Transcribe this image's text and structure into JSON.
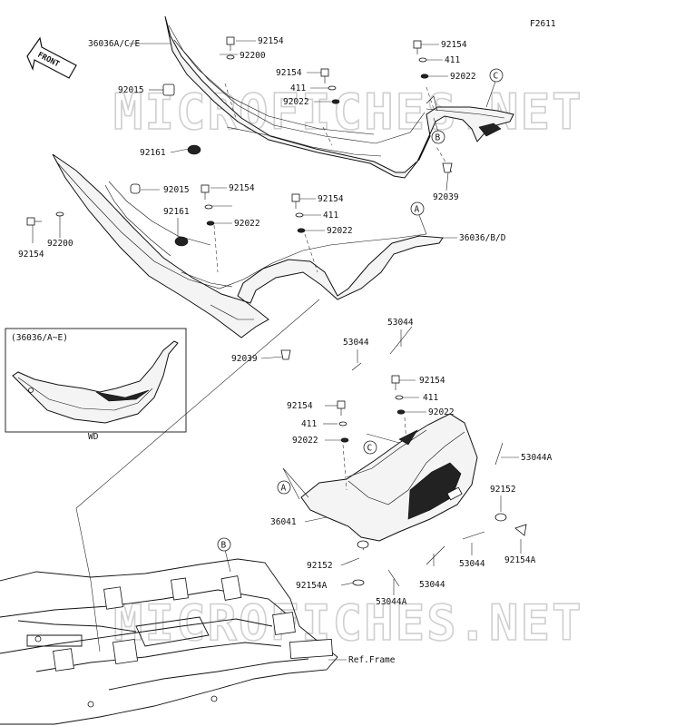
{
  "diagram": {
    "figure_code": "F2611",
    "watermark": "MICROFICHES.NET",
    "front_arrow_label": "FRONT",
    "inset_title": "(36036/A~E)",
    "inset_caption": "WD",
    "ref_label": "Ref.Frame",
    "callouts": [
      "A",
      "B",
      "C"
    ],
    "labels": [
      "36036A/C/E",
      "92154",
      "92200",
      "92015",
      "92161",
      "92154",
      "411",
      "92022",
      "92154",
      "411",
      "92022",
      "92039",
      "92015",
      "92154",
      "92200",
      "92154",
      "92161",
      "92022",
      "92154",
      "411",
      "92022",
      "36036/B/D",
      "92039",
      "53044",
      "53044",
      "92154",
      "411",
      "92022",
      "92154",
      "411",
      "92022",
      "53044A",
      "92152",
      "36041",
      "92154A",
      "92152",
      "92154A",
      "53044A",
      "53044",
      "53044"
    ]
  }
}
